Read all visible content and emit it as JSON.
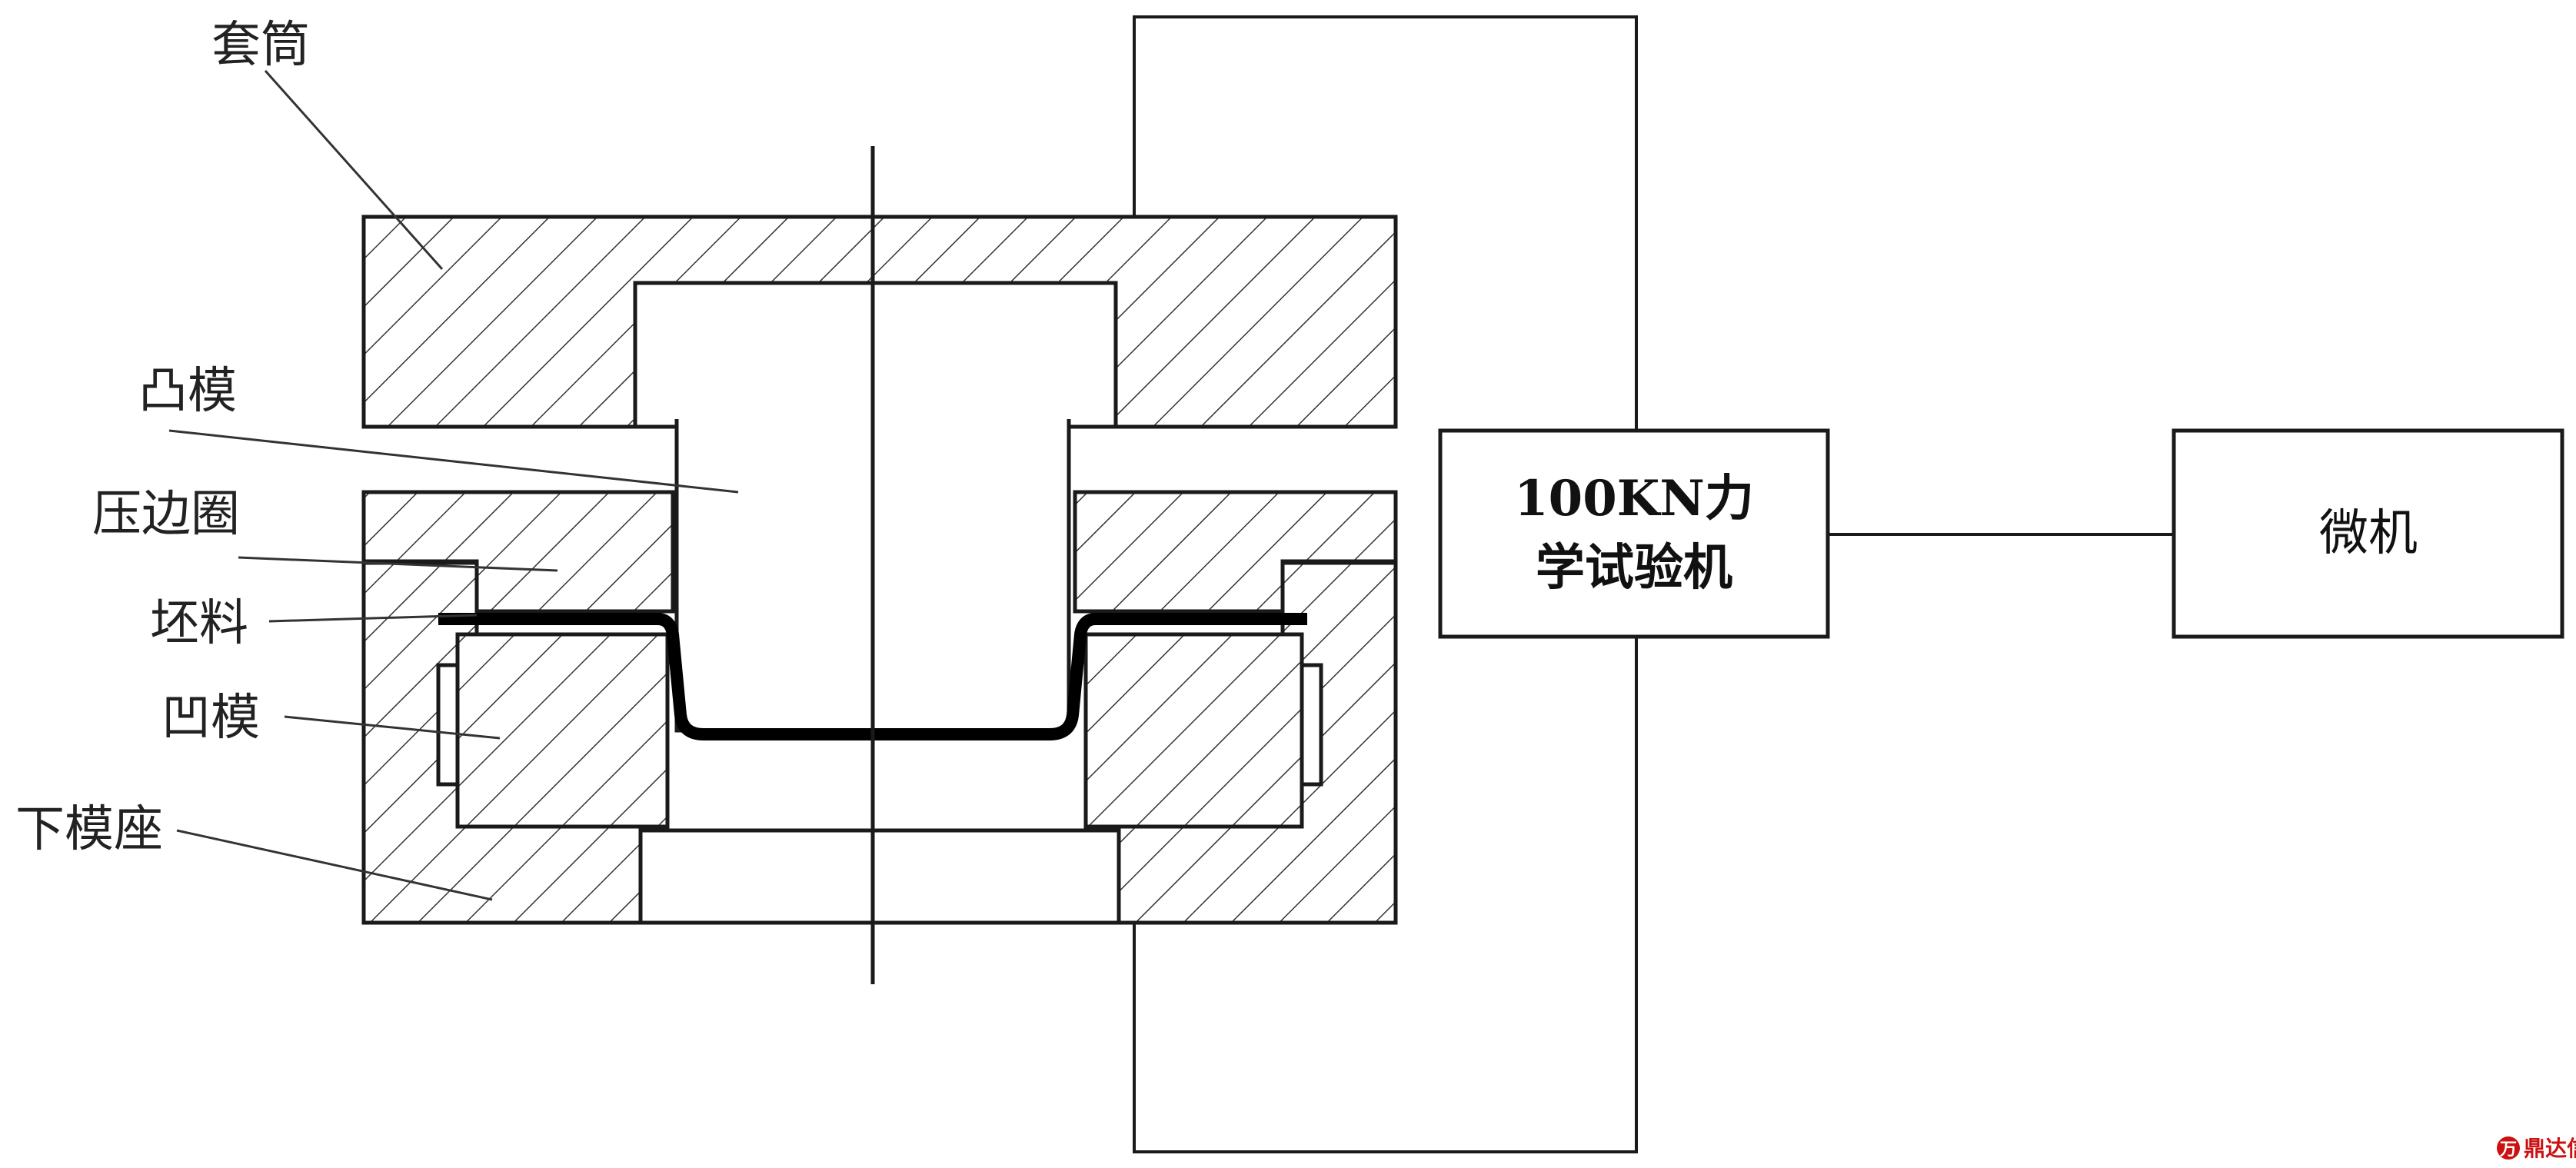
{
  "labels": {
    "sleeve": "套筒",
    "punch": "凸模",
    "blank_holder": "压边圈",
    "blank": "坯料",
    "die": "凹模",
    "lower_die_base": "下模座"
  },
  "boxes": {
    "testing_machine_line1": "100KN力",
    "testing_machine_line2": "学试验机",
    "microcomputer": "微机"
  },
  "watermark": {
    "logo_glyph": "万",
    "text": "鼎达信"
  },
  "colors": {
    "line": "#1a1a1a",
    "blank": "#000000",
    "watermark": "#cc1111"
  }
}
